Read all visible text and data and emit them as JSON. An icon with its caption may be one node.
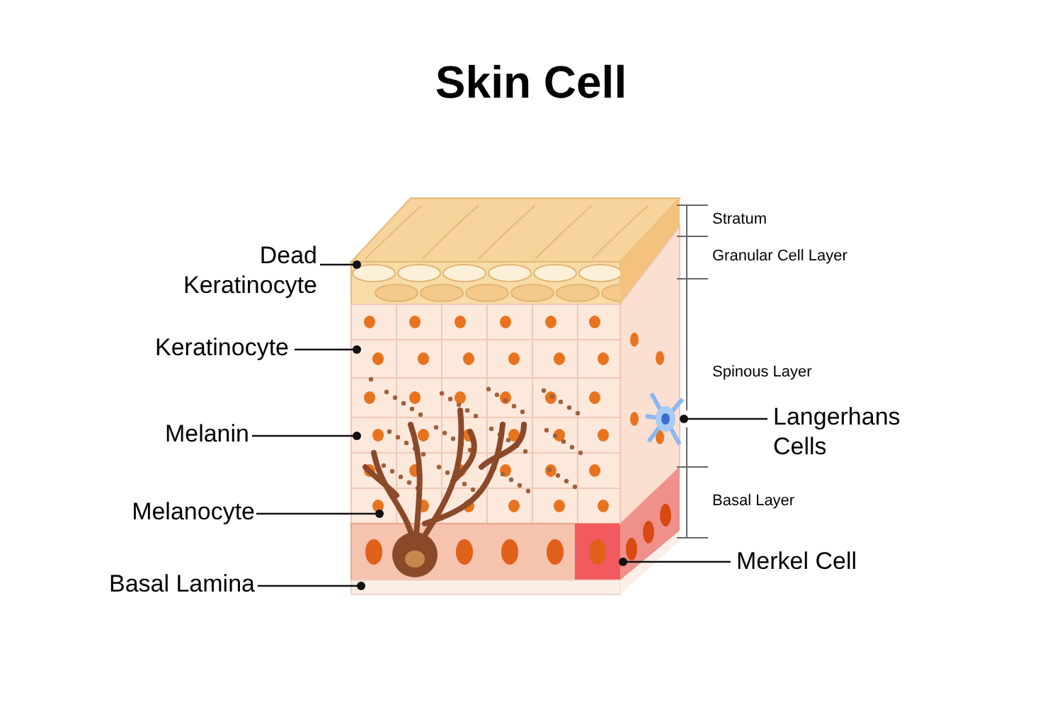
{
  "diagram": {
    "title": "Skin Cell",
    "nodes": [
      {
        "text": [
          "Dead Keratinocyte"
        ]
      },
      {
        "text": [
          "Keratinocyte"
        ]
      },
      {
        "text": [
          "Melanin"
        ]
      },
      {
        "text": [
          "Melanocyte"
        ]
      },
      {
        "text": [
          "Basal Lamina"
        ]
      },
      {
        "text": [
          "Langerhans Cells"
        ]
      },
      {
        "text": [
          "Merkel Cell"
        ]
      },
      {
        "text": [],
        "shape": "picture"
      }
    ],
    "edges": [
      {
        "from": 0,
        "to": null,
        "arrow": "other"
      },
      {
        "from": 1,
        "to": null,
        "arrow": "other"
      },
      {
        "from": 2,
        "to": null,
        "arrow": "other"
      },
      {
        "from": 3,
        "to": null,
        "arrow": "other"
      },
      {
        "from": 4,
        "to": null,
        "arrow": "other"
      },
      {
        "from": 5,
        "to": 7,
        "arrow": "other"
      },
      {
        "from": 6,
        "to": null,
        "arrow": "other"
      }
    ],
    "labels": [
      "Stratum",
      "Granular Cell Layer",
      "Spinous Layer",
      "Basal Layer"
    ]
  }
}
